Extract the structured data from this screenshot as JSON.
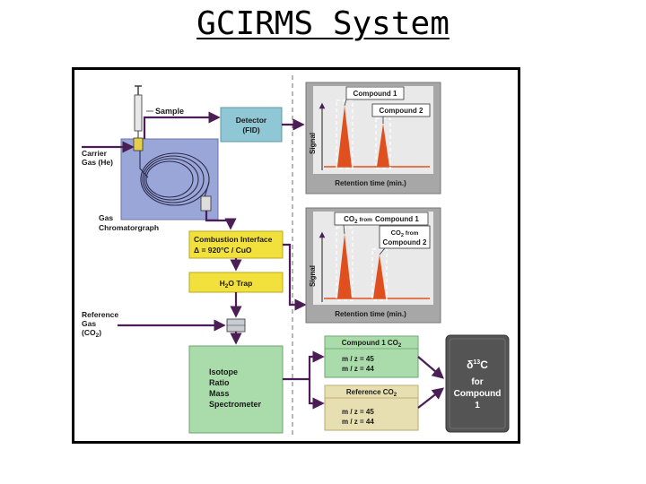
{
  "title": "GCIRMS System",
  "colors": {
    "gc_box": "#9aa6d8",
    "detector_box": "#8fc7d4",
    "yellow_box": "#f2e03c",
    "irms_box": "#a9dcaa",
    "chrom_panel": "#a7a7a7",
    "peak": "#e0501e",
    "baseline": "#e0501e",
    "arrow": "#4b1e55",
    "delta_box": "#545454",
    "green_panel": "#a9dcaa",
    "tan_panel": "#e7dfb2"
  },
  "left": {
    "sample": "Sample",
    "carrier_gas_line1": "Carrier",
    "carrier_gas_line2": "Gas (He)",
    "detector_line1": "Detector",
    "detector_line2": "(FID)",
    "gc_line1": "Gas",
    "gc_line2": "Chromatorgraph",
    "combustion_line1": "Combustion Interface",
    "combustion_line2": "Δ = 920°C / CuO",
    "trap_prefix": "H",
    "trap_sub": "2",
    "trap_suffix": "O Trap",
    "reference_line1": "Reference",
    "reference_line2": "Gas",
    "reference_line3_prefix": "(CO",
    "reference_line3_sub": "2",
    "reference_line3_suffix": ")",
    "irms_line1": "Isotope",
    "irms_line2": "Ratio",
    "irms_line3": "Mass",
    "irms_line4": "Spectrometer"
  },
  "chrom_top": {
    "compound1": "Compound 1",
    "compound2": "Compound 2",
    "ylabel": "Signal",
    "xlabel": "Retention time (min.)"
  },
  "chrom_bottom": {
    "label1_co2": "CO",
    "label1_sub": "2",
    "label1_from": "from",
    "label1_compound": "Compound 1",
    "label2_co2": "CO",
    "label2_sub": "2",
    "label2_from": "from",
    "label2_compound": "Compound 2",
    "ylabel": "Signal",
    "xlabel": "Retention time (min.)"
  },
  "results": {
    "compound_header_prefix": "Compound 1 CO",
    "compound_header_sub": "2",
    "mz45": "m / z  =  45",
    "mz44": "m / z  =  44",
    "reference_header_prefix": "Reference CO",
    "reference_header_sub": "2",
    "ref_mz45": "m / z  =  45",
    "ref_mz44": "m / z  =  44"
  },
  "delta": {
    "delta_symbol": "δ",
    "delta_super": "13",
    "delta_letter": "C",
    "line2": "for",
    "line3": "Compound",
    "line4": "1"
  }
}
